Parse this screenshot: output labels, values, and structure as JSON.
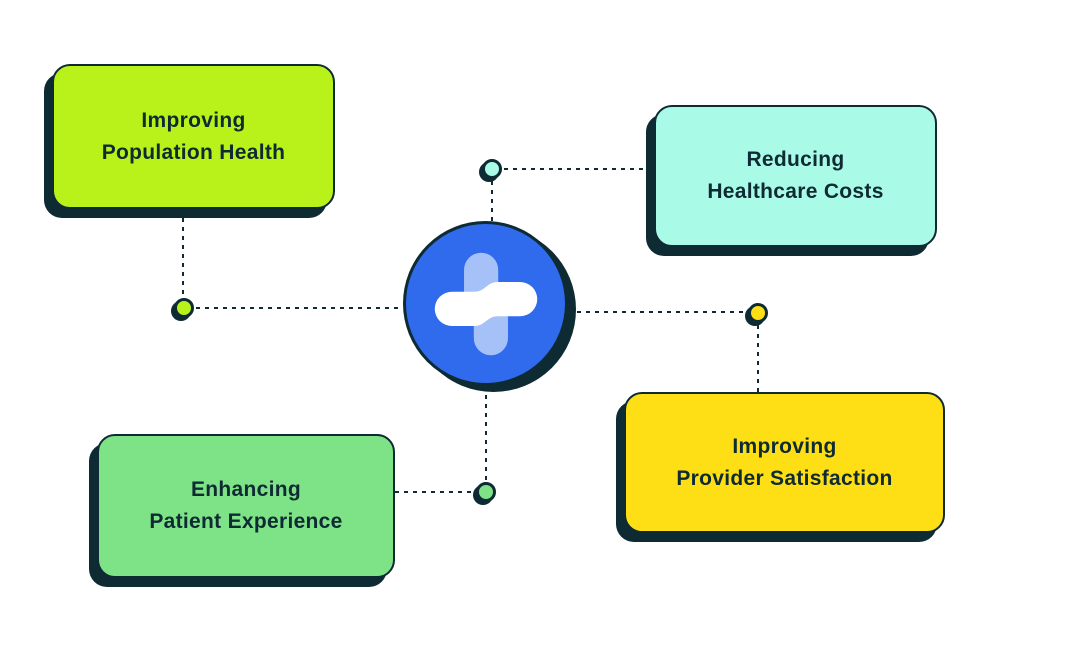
{
  "canvas": {
    "background": "#ffffff"
  },
  "palette": {
    "outline": "#0e2a33",
    "hub_blue": "#2f6bec",
    "logo_light_blue": "#a6c1f7",
    "logo_white": "#ffffff"
  },
  "hub": {
    "icon": "medical-asterisk-logo"
  },
  "nodes": [
    {
      "id": "improving-population-health",
      "line1": "Improving",
      "line2": "Population Health",
      "fill": "#b9f21b"
    },
    {
      "id": "reducing-healthcare-costs",
      "line1": "Reducing",
      "line2": "Healthcare Costs",
      "fill": "#a9fbe7"
    },
    {
      "id": "enhancing-patient-experience",
      "line1": "Enhancing",
      "line2": "Patient Experience",
      "fill": "#7ee386"
    },
    {
      "id": "improving-provider-satisfaction",
      "line1": "Improving",
      "line2": "Provider Satisfaction",
      "fill": "#fede14"
    }
  ]
}
